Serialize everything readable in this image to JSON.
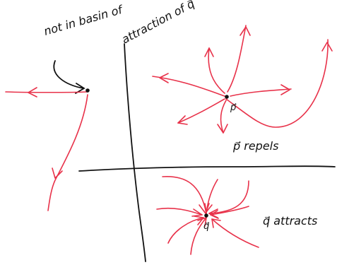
{
  "colors": {
    "ink": "#111111",
    "trajectory": "#e8324a"
  },
  "annotations": {
    "not_in_basin_line1": "not in basin of",
    "not_in_basin_line2": "attraction of q⃗",
    "p_label": "p⃗",
    "p_repels": "p⃗ repels",
    "q_label": "q⃗",
    "q_attracts": "q⃗ attracts"
  }
}
